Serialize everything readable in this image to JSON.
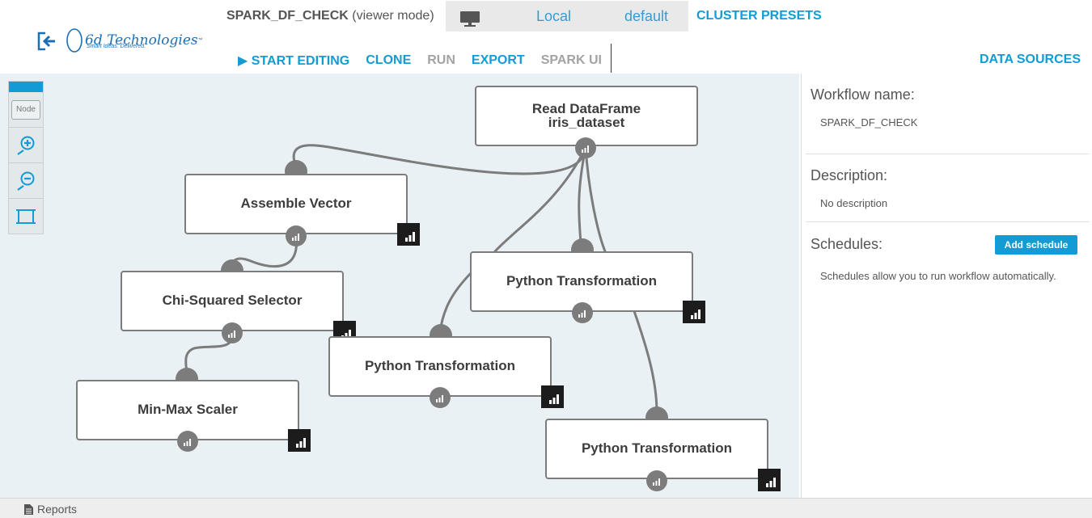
{
  "header": {
    "back_icon": "exit-arrow-icon",
    "logo": {
      "name": "6d Technologies",
      "tm": "™",
      "tagline": "Smart Ideas. Delivered."
    },
    "workflow_title": "SPARK_DF_CHECK",
    "mode": "(viewer mode)",
    "cluster": {
      "icon": "monitor-icon",
      "location": "Local",
      "preset": "default"
    },
    "cluster_presets": "CLUSTER PRESETS",
    "toolbar": {
      "start_editing": "▶ START EDITING",
      "clone": "CLONE",
      "run": "RUN",
      "export": "EXPORT",
      "spark_ui": "SPARK UI"
    },
    "data_sources": "DATA SOURCES"
  },
  "tools": {
    "node": "Node",
    "zoom_in_icon": "zoom-in-icon",
    "zoom_out_icon": "zoom-out-icon",
    "fit_icon": "fit-to-screen-icon"
  },
  "nodes": {
    "read": {
      "label": "Read DataFrame",
      "sub": "iris_dataset"
    },
    "assemble": {
      "label": "Assemble Vector"
    },
    "chisq": {
      "label": "Chi-Squared Selector"
    },
    "minmax": {
      "label": "Min-Max Scaler"
    },
    "pyt1": {
      "label": "Python Transformation"
    },
    "pyt2": {
      "label": "Python Transformation"
    },
    "pyt3": {
      "label": "Python Transformation"
    }
  },
  "panel": {
    "workflow_name_label": "Workflow name:",
    "workflow_name": "SPARK_DF_CHECK",
    "description_label": "Description:",
    "description": "No description",
    "schedules_label": "Schedules:",
    "add_schedule": "Add schedule",
    "schedules_note": "Schedules allow you to run workflow automatically."
  },
  "footer": {
    "reports": "Reports",
    "reports_icon": "document-icon"
  },
  "colors": {
    "accent": "#139bd5",
    "canvas": "#eaf1f4",
    "node_border": "#7c7c7c",
    "disabled": "#a3a3a3"
  }
}
